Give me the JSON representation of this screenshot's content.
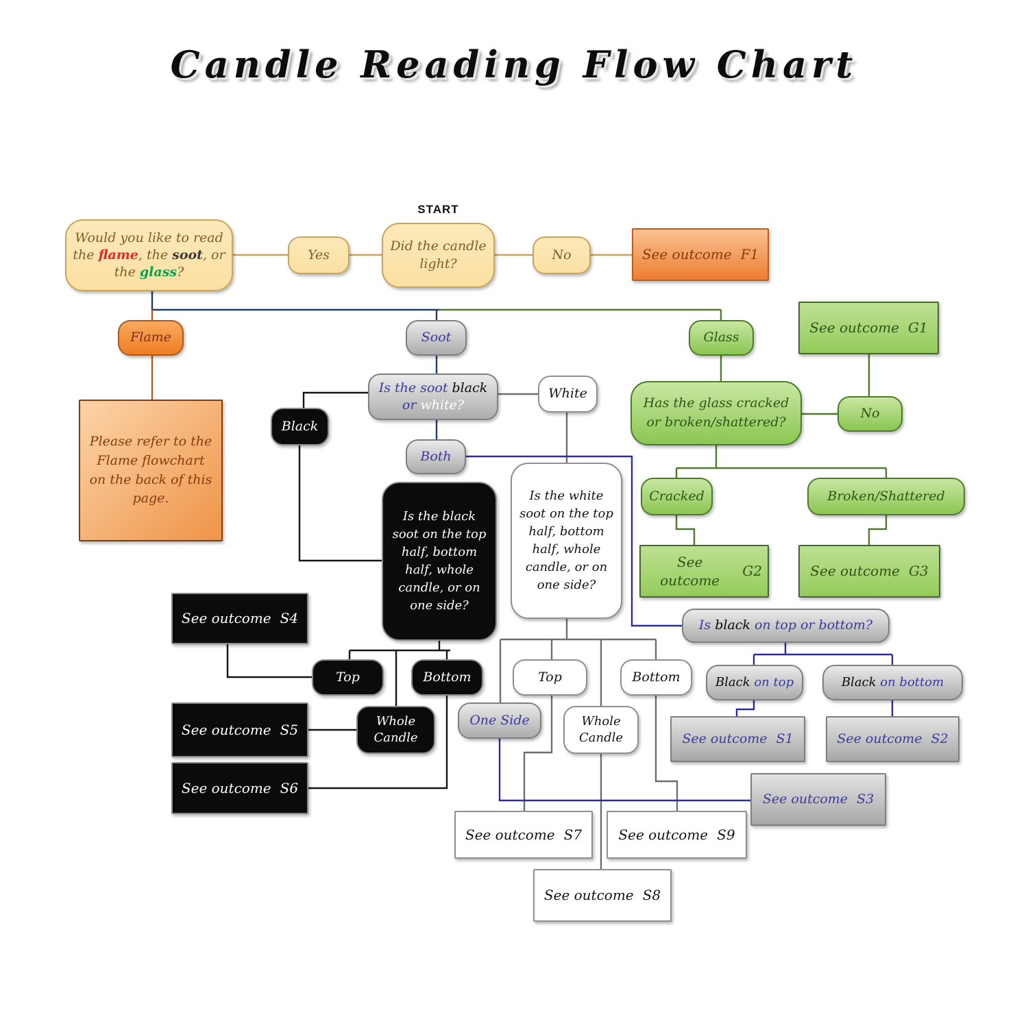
{
  "title": "Candle Reading Flow Chart",
  "start": "START",
  "colors": {
    "accent_orange": "#ED7D31",
    "accent_cream": "#FAE0A2",
    "accent_green": "#8BC652",
    "accent_gray": "#BFBFBF",
    "accent_black": "#0B0B0B",
    "line_navy": "#233B6C",
    "line_blue": "#2C2C9E",
    "word_flame_red": "#E02B2B",
    "word_soot_gray": "#3B3B3B",
    "word_glass_green": "#00A550"
  },
  "nodes": {
    "would_like": {
      "p1": "Would you like to read the ",
      "flame": "flame",
      "p2": ", the ",
      "soot": "soot",
      "p3": ", or the ",
      "glass": "glass",
      "p4": "?"
    },
    "yes": "Yes",
    "did_light": "Did the candle light?",
    "no_light": "No",
    "outcome_f1": {
      "label": "See outcome",
      "code": "F1"
    },
    "flame": "Flame",
    "soot": "Soot",
    "glass": "Glass",
    "outcome_g1": {
      "label": "See outcome",
      "code": "G1"
    },
    "please_refer": "Please refer to the Flame flowchart on the back of this page.",
    "soot_q": {
      "p1": "Is the soot ",
      "black": "black",
      "p2": " or ",
      "white": "white?"
    },
    "white": "White",
    "black": "Black",
    "both": "Both",
    "glass_q": "Has the glass cracked or broken/shattered?",
    "no_glass": "No",
    "cracked": "Cracked",
    "broken": "Broken/Shattered",
    "outcome_g2": {
      "label": "See outcome",
      "code": "G2"
    },
    "outcome_g3": {
      "label": "See outcome",
      "code": "G3"
    },
    "black_q": "Is the black soot on the top half, bottom half, whole candle, or on one side?",
    "white_q": "Is the white soot on the top half, bottom half, whole candle, or on one side?",
    "is_black_q": {
      "p1": "Is ",
      "black": "black",
      "p2": " on top or bottom?"
    },
    "outcome_s4": {
      "label": "See outcome",
      "code": "S4"
    },
    "outcome_s5": {
      "label": "See outcome",
      "code": "S5"
    },
    "outcome_s6": {
      "label": "See outcome",
      "code": "S6"
    },
    "top_black": "Top",
    "bottom_black": "Bottom",
    "whole_black": "Whole Candle",
    "top_white": "Top",
    "bottom_white": "Bottom",
    "whole_white": "Whole Candle",
    "one_side": "One Side",
    "black_on_top": {
      "black": "Black",
      "rest": " on top"
    },
    "black_on_bottom": {
      "black": "Black",
      "rest": " on bottom"
    },
    "outcome_s1": {
      "label": "See outcome",
      "code": "S1"
    },
    "outcome_s2": {
      "label": "See outcome",
      "code": "S2"
    },
    "outcome_s3": {
      "label": "See outcome",
      "code": "S3"
    },
    "outcome_s7": {
      "label": "See outcome",
      "code": "S7"
    },
    "outcome_s8": {
      "label": "See outcome",
      "code": "S8"
    },
    "outcome_s9": {
      "label": "See outcome",
      "code": "S9"
    }
  }
}
